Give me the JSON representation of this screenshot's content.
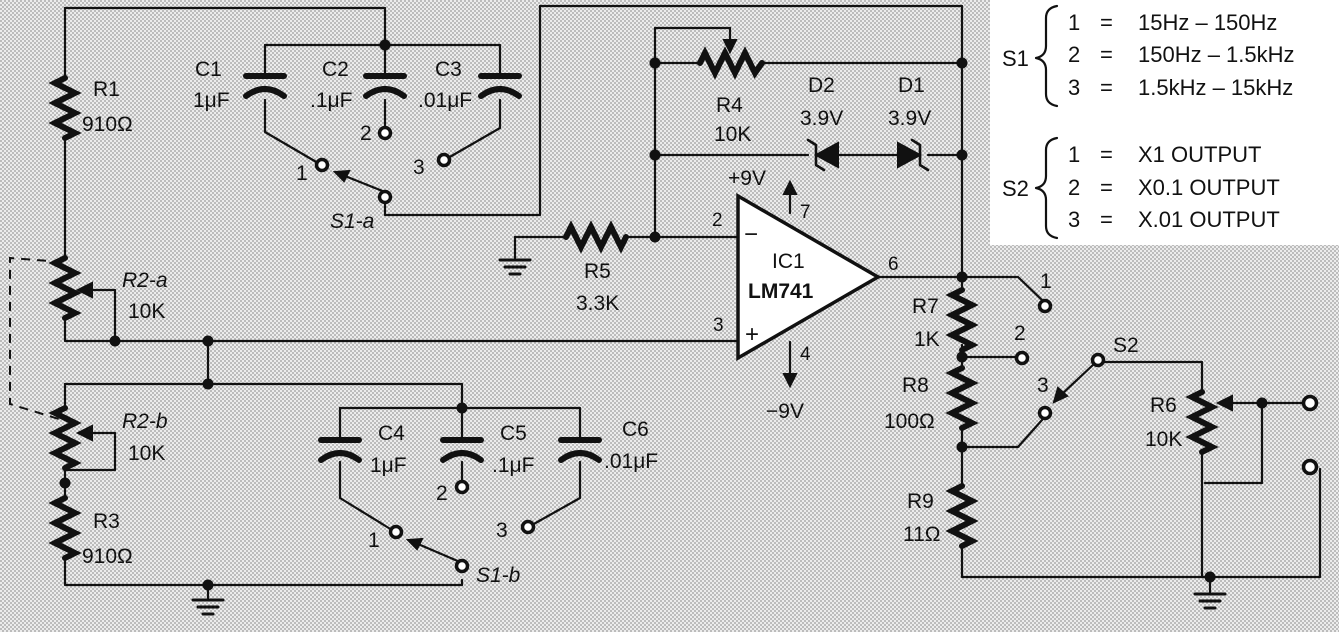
{
  "components": {
    "r1": {
      "name": "R1",
      "value": "910Ω"
    },
    "r2a": {
      "name": "R2-a",
      "value": "10K"
    },
    "r2b": {
      "name": "R2-b",
      "value": "10K"
    },
    "r3": {
      "name": "R3",
      "value": "910Ω"
    },
    "r4": {
      "name": "R4",
      "value": "10K"
    },
    "r5": {
      "name": "R5",
      "value": "3.3K"
    },
    "r6": {
      "name": "R6",
      "value": "10K"
    },
    "r7": {
      "name": "R7",
      "value": "1K"
    },
    "r8": {
      "name": "R8",
      "value": "100Ω"
    },
    "r9": {
      "name": "R9",
      "value": "11Ω"
    },
    "c1": {
      "name": "C1",
      "value": "1μF"
    },
    "c2": {
      "name": "C2",
      "value": ".1μF"
    },
    "c3": {
      "name": "C3",
      "value": ".01μF"
    },
    "c4": {
      "name": "C4",
      "value": "1μF"
    },
    "c5": {
      "name": "C5",
      "value": ".1μF"
    },
    "c6": {
      "name": "C6",
      "value": ".01μF"
    },
    "d1": {
      "name": "D1",
      "value": "3.9V"
    },
    "d2": {
      "name": "D2",
      "value": "3.9V"
    },
    "ic1": {
      "name": "IC1",
      "part": "LM741"
    }
  },
  "pins": {
    "inv": "2",
    "noninv": "3",
    "vplus": "7",
    "vminus": "4",
    "out": "6"
  },
  "supply": {
    "pos": "+9V",
    "neg": "−9V"
  },
  "opamp_signs": {
    "minus": "−",
    "plus": "+"
  },
  "switches": {
    "s1a": "S1-a",
    "s1b": "S1-b",
    "s2": "S2"
  },
  "positions": {
    "one": "1",
    "two": "2",
    "three": "3"
  },
  "legend": {
    "s1": {
      "label": "S1",
      "rows": [
        {
          "num": "1",
          "eq": "=",
          "text": "15Hz – 150Hz"
        },
        {
          "num": "2",
          "eq": "=",
          "text": "150Hz – 1.5kHz"
        },
        {
          "num": "3",
          "eq": "=",
          "text": "1.5kHz – 15kHz"
        }
      ]
    },
    "s2": {
      "label": "S2",
      "rows": [
        {
          "num": "1",
          "eq": "=",
          "text": "X1 OUTPUT"
        },
        {
          "num": "2",
          "eq": "=",
          "text": "X0.1 OUTPUT"
        },
        {
          "num": "3",
          "eq": "=",
          "text": "X.01 OUTPUT"
        }
      ]
    }
  }
}
